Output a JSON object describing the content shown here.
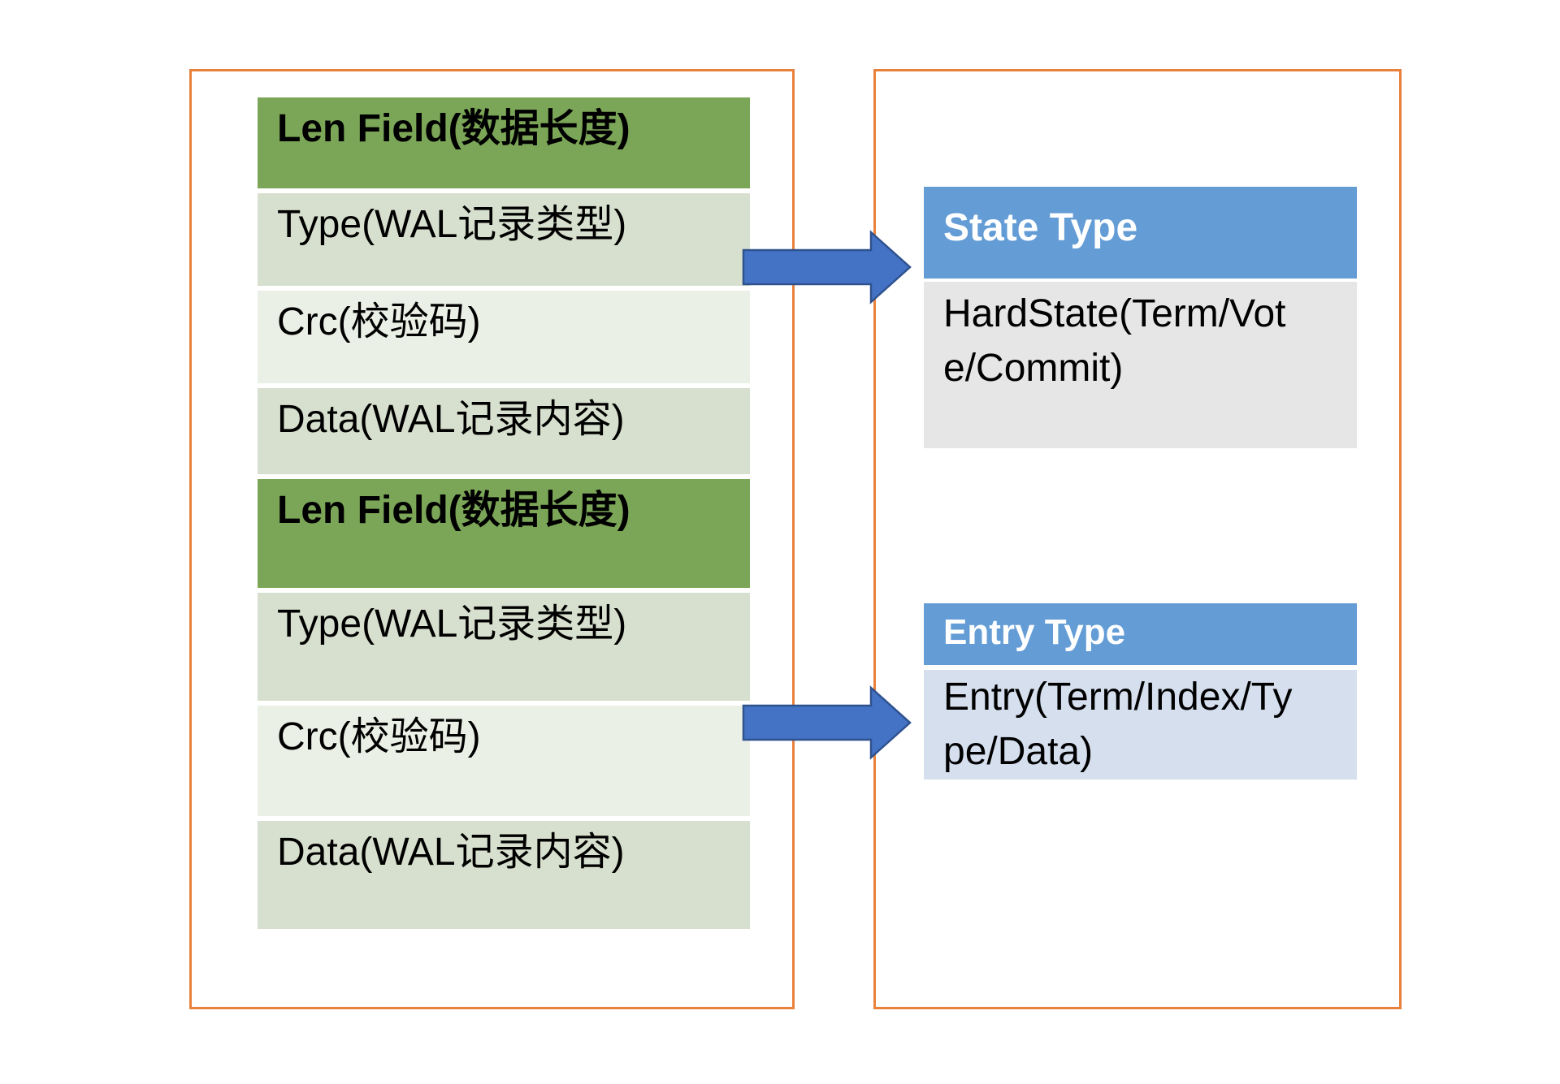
{
  "left_panel": {
    "rows": [
      {
        "label": "Len Field(数据长度)",
        "style": "header"
      },
      {
        "label": "Type(WAL记录类型)",
        "style": "band-a"
      },
      {
        "label": "Crc(校验码)",
        "style": "band-b"
      },
      {
        "label": "Data(WAL记录内容)",
        "style": "band-a"
      },
      {
        "label": "Len Field(数据长度)",
        "style": "header"
      },
      {
        "label": "Type(WAL记录类型)",
        "style": "band-a"
      },
      {
        "label": "Crc(校验码)",
        "style": "band-b"
      },
      {
        "label": "Data(WAL记录内容)",
        "style": "band-a"
      }
    ]
  },
  "right_panel": {
    "state_table": {
      "header": "State Type",
      "body": "HardState(Term/Vote/Commit)"
    },
    "entry_table": {
      "header": "Entry Type",
      "body": "Entry(Term/Index/Type/Data)"
    }
  },
  "icons": [
    {
      "name": "arrow-right-icon",
      "meaning": "maps WAL record to record type"
    },
    {
      "name": "arrow-right-icon",
      "meaning": "maps WAL record to record type"
    }
  ],
  "colors": {
    "outline_orange": "#E8813C",
    "row_header_green": "#7CA657",
    "row_band_a": "#D7E0CE",
    "row_band_b": "#EBF0E6",
    "type_header_blue": "#649CD6",
    "state_body_gray": "#E6E6E6",
    "entry_body_blue": "#D5DFEE",
    "arrow_fill": "#4472C4",
    "arrow_stroke": "#2F528F"
  }
}
